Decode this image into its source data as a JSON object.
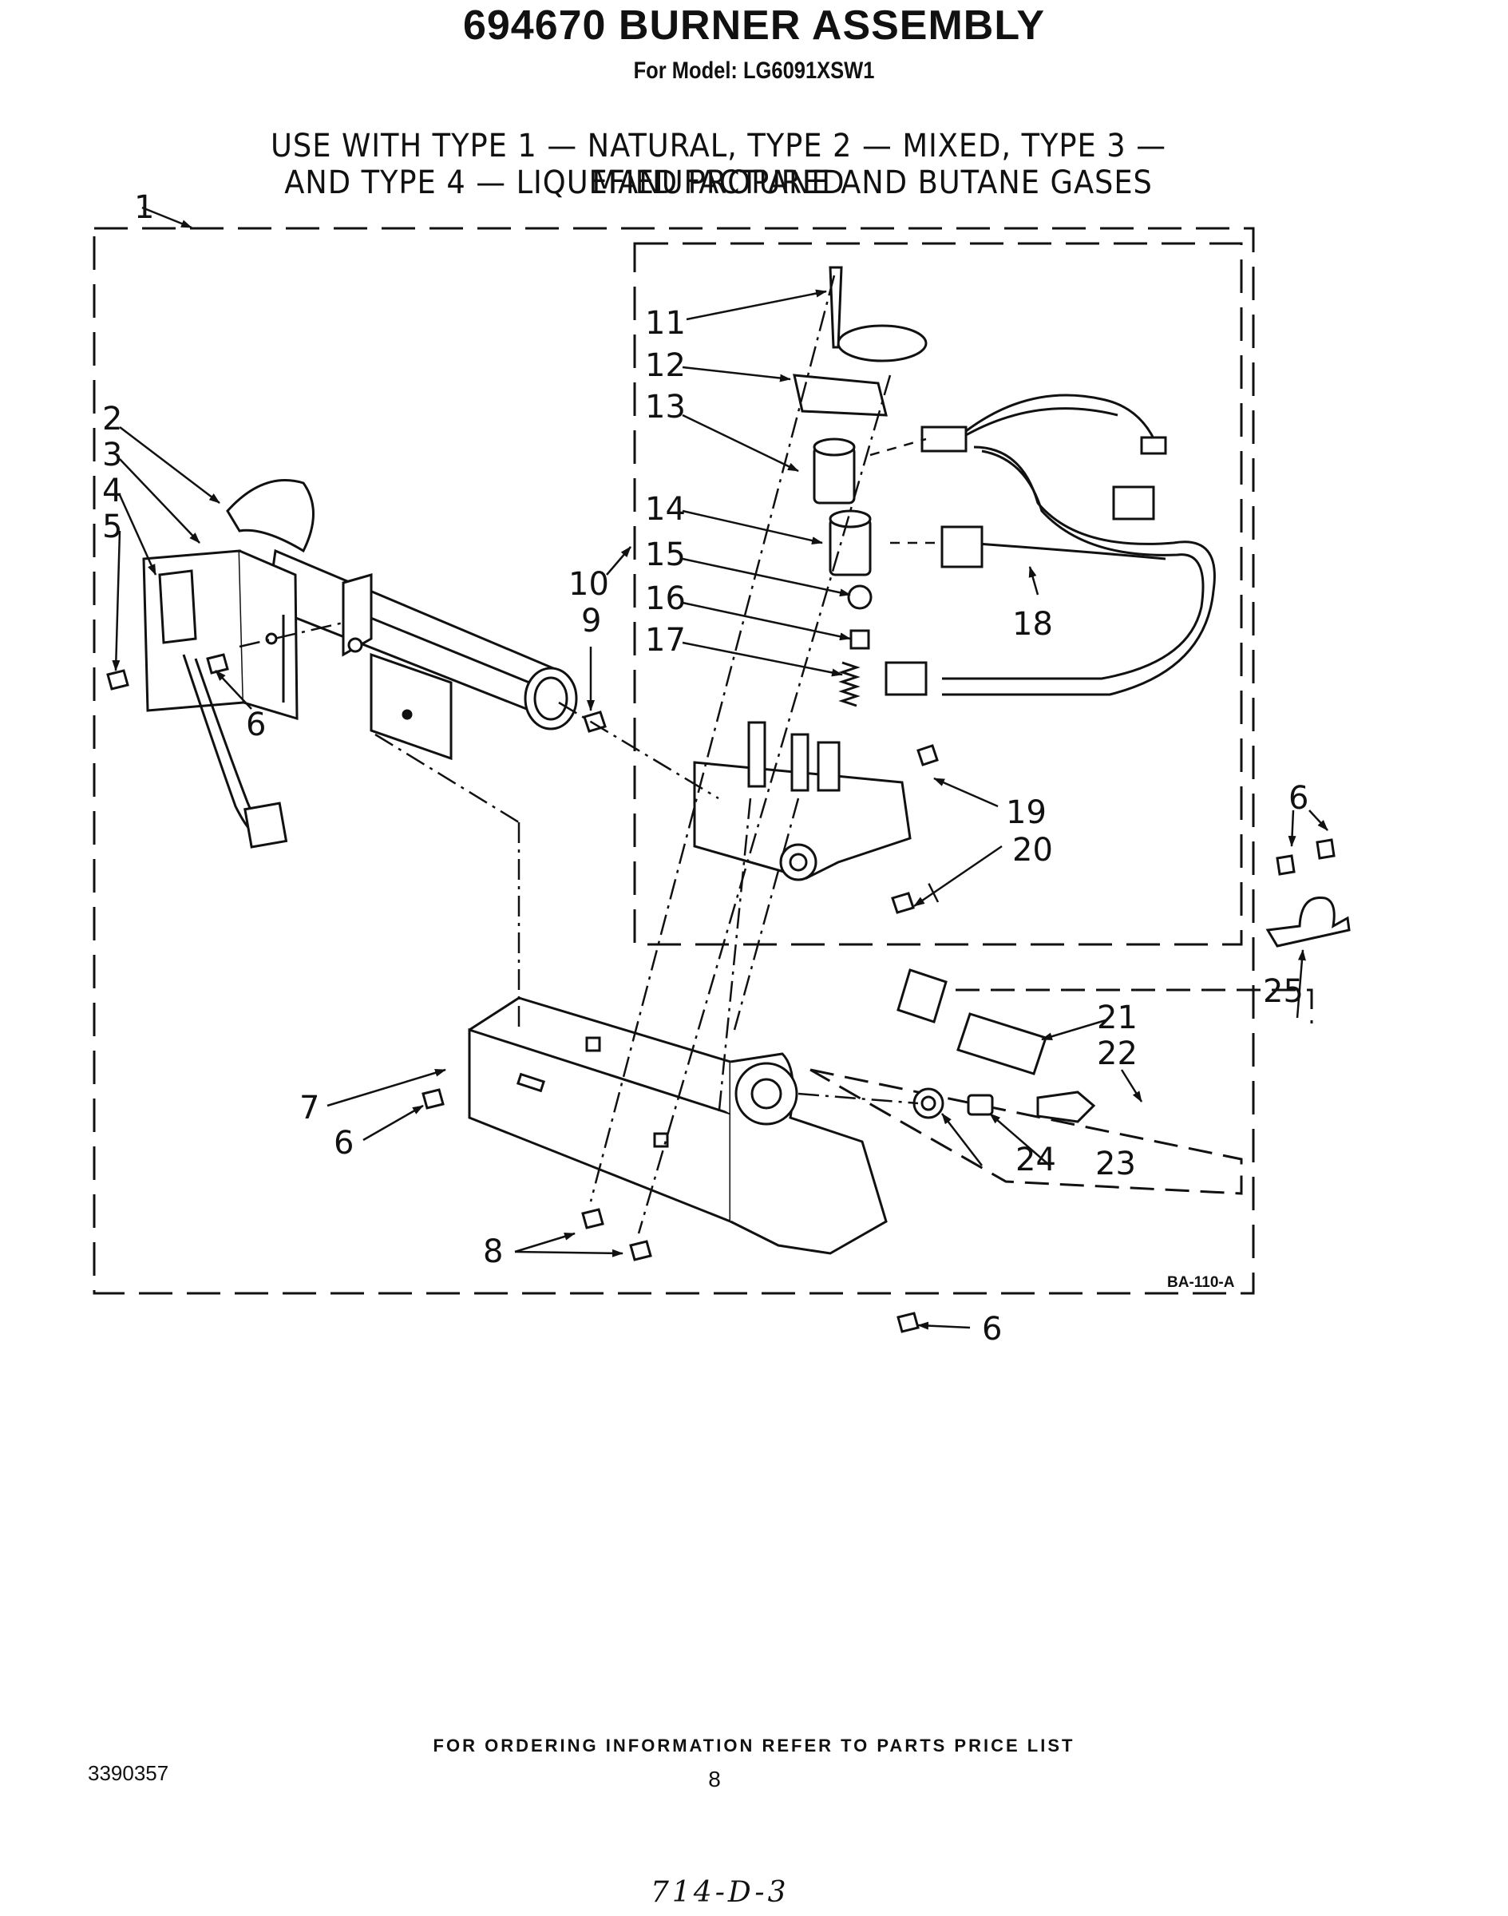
{
  "header": {
    "title": "694670 BURNER ASSEMBLY",
    "subtitle": "For Model: LG6091XSW1",
    "usage_line1": "USE WITH TYPE 1 — NATURAL, TYPE 2 — MIXED, TYPE 3 — MANUFACTURED",
    "usage_line2": "AND TYPE 4 — LIQUEFIED PROPANE AND BUTANE GASES"
  },
  "callouts": {
    "c1": "1",
    "c2": "2",
    "c3": "3",
    "c4": "4",
    "c5": "5",
    "c6a": "6",
    "c6b": "6",
    "c6c": "6",
    "c6d": "6",
    "c7": "7",
    "c8": "8",
    "c9": "9",
    "c10": "10",
    "c11": "11",
    "c12": "12",
    "c13": "13",
    "c14": "14",
    "c15": "15",
    "c16": "16",
    "c17": "17",
    "c18": "18",
    "c19": "19",
    "c20": "20",
    "c21": "21",
    "c22": "22",
    "c23": "23",
    "c24": "24",
    "c25": "25"
  },
  "drawing_code": "BA-110-A",
  "footer": {
    "ordering_note": "FOR ORDERING INFORMATION REFER TO PARTS PRICE LIST",
    "document_number": "3390357",
    "page_number": "8",
    "handwritten_note": "714-D-3"
  }
}
